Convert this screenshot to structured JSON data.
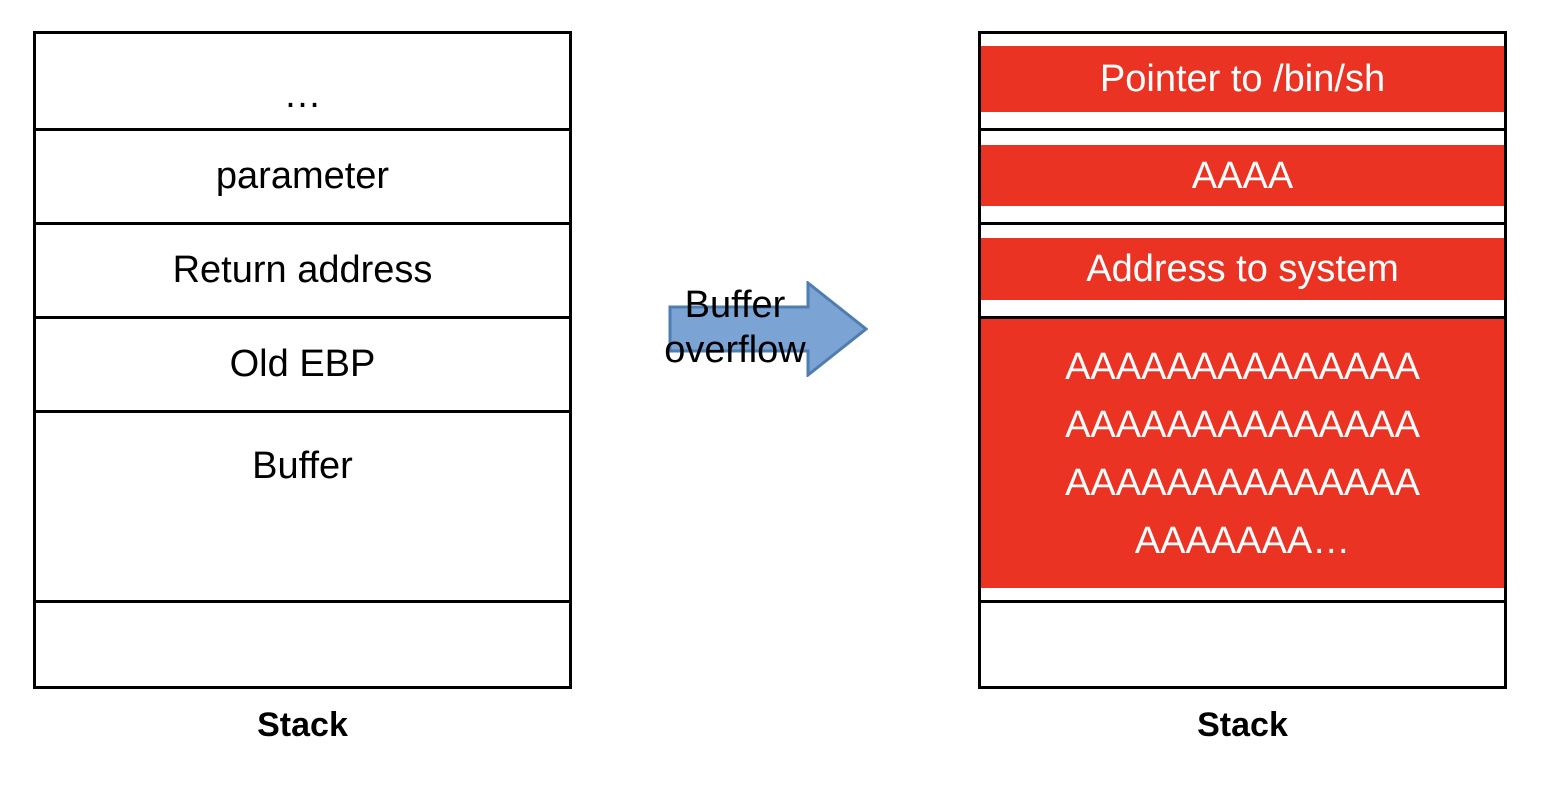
{
  "diagram": {
    "title": "Buffer overflow stack diagram",
    "colors": {
      "highlight_red": "#EA3323",
      "arrow_fill": "#7BA3D4",
      "arrow_stroke": "#4E7DAF",
      "border": "#000000",
      "text_on_red": "#FFFFFF"
    }
  },
  "left_stack": {
    "caption": "Stack",
    "rows": [
      {
        "label": "…",
        "filled": false
      },
      {
        "label": "parameter",
        "filled": false
      },
      {
        "label": "Return address",
        "filled": false
      },
      {
        "label": "Old EBP",
        "filled": false
      },
      {
        "label": "Buffer",
        "filled": false
      },
      {
        "label": "",
        "filled": false
      }
    ]
  },
  "right_stack": {
    "caption": "Stack",
    "rows": [
      {
        "lines": [
          "Pointer to /bin/sh"
        ],
        "filled": true
      },
      {
        "lines": [
          "AAAA"
        ],
        "filled": true
      },
      {
        "lines": [
          "Address to system"
        ],
        "filled": true
      },
      {
        "lines": [
          "AAAAAAAAAAAAAA",
          "AAAAAAAAAAAAAA",
          "AAAAAAAAAAAAAA",
          "AAAAAAA…"
        ],
        "filled": true
      },
      {
        "lines": [],
        "filled": false
      }
    ]
  },
  "arrow": {
    "icon": "right-block-arrow-icon",
    "label_line1": "Buffer",
    "label_line2": "overflow",
    "direction": "right"
  }
}
